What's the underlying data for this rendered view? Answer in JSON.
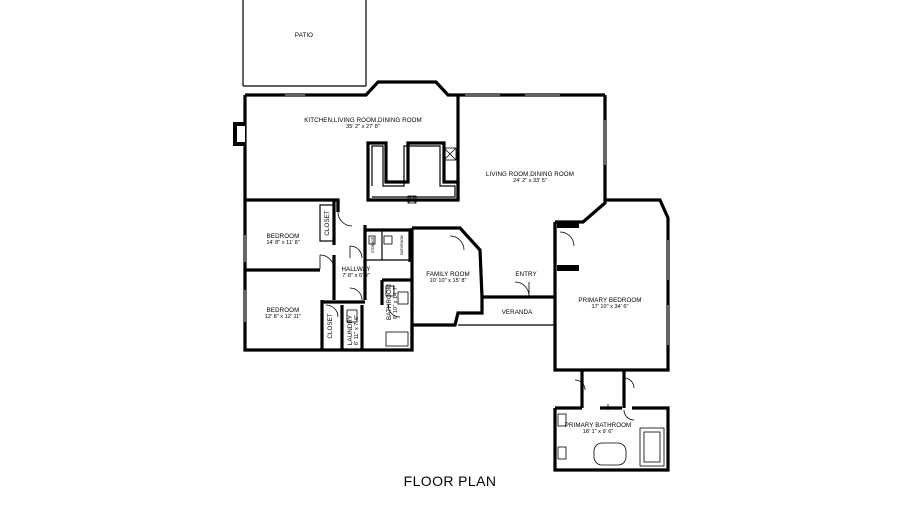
{
  "title": "FLOOR PLAN",
  "rooms": {
    "patio": {
      "name": "PATIO"
    },
    "kitchen": {
      "name": "KITCHEN,LIVING ROOM,DINING ROOM",
      "dims": "35' 2\" x 27' 8\""
    },
    "living": {
      "name": "LIVING ROOM,DINING ROOM",
      "dims": "24' 2\" x 33' 5\""
    },
    "bedroom1": {
      "name": "BEDROOM",
      "dims": "14' 8\" x 11' 8\""
    },
    "closet1": {
      "name": "CLOSET"
    },
    "hallway": {
      "name": "HALLWAY",
      "dims": "7' 8\" x 6' 9\""
    },
    "storage": {
      "name": "STORAGE"
    },
    "bathroom_small": {
      "name": "BATHROOM"
    },
    "family": {
      "name": "FAMILY ROOM",
      "dims": "10' 10\" x 15' 8\""
    },
    "entry": {
      "name": "ENTRY"
    },
    "veranda": {
      "name": "VERANDA"
    },
    "primary_bedroom": {
      "name": "PRIMARY BEDROOM",
      "dims": "17' 10\" x 34' 6\""
    },
    "bedroom2": {
      "name": "BEDROOM",
      "dims": "12' 8\" x 12' 11\""
    },
    "closet2": {
      "name": "CLOSET"
    },
    "laundry": {
      "name": "LAUNDRY",
      "dims": "6' 11\" x 7' 6\""
    },
    "bathroom": {
      "name": "BATHROOM",
      "dims": "6' 10\" x 14' 7\""
    },
    "primary_bathroom": {
      "name": "PRIMARY BATHROOM",
      "dims": "18' 1\" x 9' 6\""
    }
  }
}
